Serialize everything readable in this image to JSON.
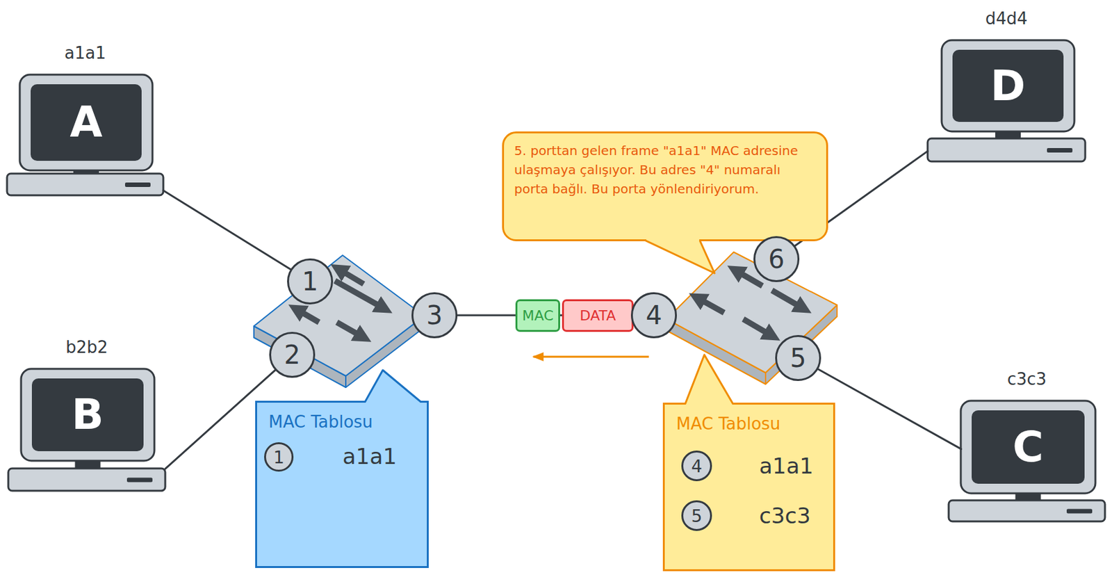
{
  "diagram": {
    "nodes": [
      {
        "text": [
          "d4d4",
          "D"
        ]
      },
      {
        "text": [
          "a1a1",
          "A"
        ]
      },
      {
        "text": [
          "5. porttan gelen frame \"a1a1\" MAC adresine ulaşmaya çalışıyor. Bu adres \"4\" numaralı porta bağlı. Bu porta yönlendiriyorum."
        ]
      },
      {
        "text": [
          "6"
        ]
      },
      {
        "text": [
          "1"
        ]
      },
      {
        "text": [
          "3"
        ]
      },
      {
        "text": [
          "MAC"
        ]
      },
      {
        "text": [
          "DATA"
        ]
      },
      {
        "text": [
          "4"
        ]
      },
      {
        "text": [
          "2"
        ]
      },
      {
        "text": [
          "5"
        ]
      },
      {
        "text": [
          "b2b2",
          "B"
        ]
      },
      {
        "text": [
          "c3c3",
          "C"
        ]
      },
      {
        "text": [
          "MAC Tablosu"
        ]
      },
      {
        "text": [
          "1"
        ],
        "in": 13
      },
      {
        "text": [
          "MAC Tablosu"
        ]
      },
      {
        "text": [
          "4"
        ],
        "in": 15
      },
      {
        "text": [
          "5"
        ],
        "in": 15
      }
    ],
    "edges": [
      {
        "from": 1,
        "to": 4,
        "arrow": "none"
      },
      {
        "from": 11,
        "to": 9,
        "arrow": "none"
      },
      {
        "from": 5,
        "to": 8,
        "arrow": "none"
      },
      {
        "from": 3,
        "to": 0,
        "arrow": "none"
      },
      {
        "from": 10,
        "to": 12,
        "arrow": "none"
      }
    ],
    "labels": [
      "a1a1",
      "a1a1",
      "c3c3"
    ]
  }
}
